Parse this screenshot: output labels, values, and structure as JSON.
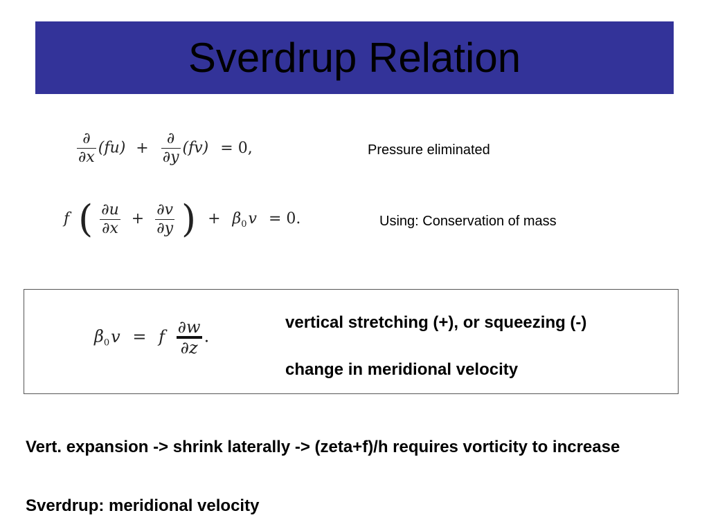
{
  "slide": {
    "title": "Sverdrup Relation",
    "title_bg_color": "#333399"
  },
  "equations": {
    "eq1": {
      "partial": "∂",
      "dx": "∂x",
      "dy": "∂y",
      "fu": "(fu)",
      "fv": "(fv)",
      "plus": "+",
      "rhs": "= 0,"
    },
    "eq2": {
      "f": "f",
      "du": "∂u",
      "dx": "∂x",
      "dv": "∂v",
      "dy": "∂y",
      "plus1": "+",
      "plus2": "+",
      "beta": "β",
      "beta_sub": "0",
      "v": "v",
      "rhs": "= 0."
    },
    "eq3": {
      "beta": "β",
      "beta_sub": "0",
      "v": "v",
      "eq": "=",
      "f": "f",
      "dw": "∂w",
      "dz": "∂z",
      "end": "."
    }
  },
  "notes": {
    "pressure": "Pressure eliminated",
    "conservation": "Using: Conservation of mass"
  },
  "box": {
    "line1": "vertical stretching (+), or squeezing (-)",
    "line2": "change in meridional velocity"
  },
  "bullets": {
    "b1": "Vert. expansion -> shrink laterally -> (zeta+f)/h requires vorticity to increase",
    "b2": "Sverdrup: meridional velocity"
  }
}
